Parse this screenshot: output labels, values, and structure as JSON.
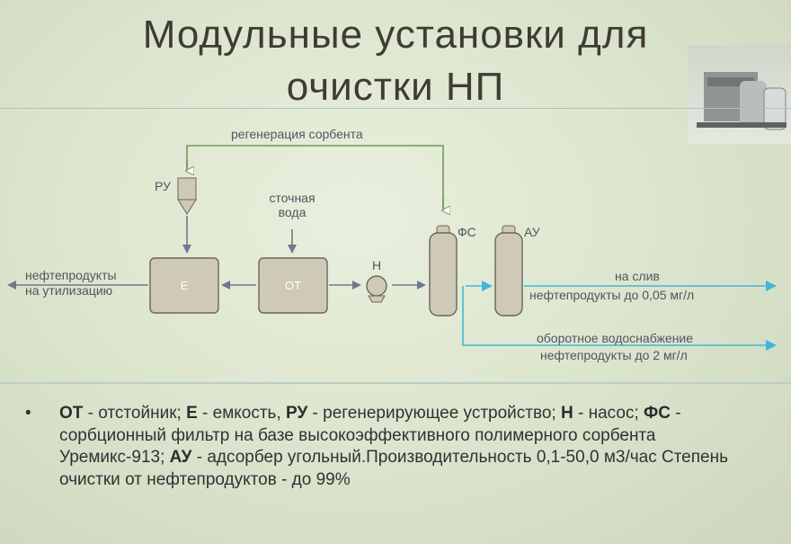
{
  "title": {
    "line1": "Модульные установки для",
    "line2": "очистки НП"
  },
  "diagram": {
    "regen_label": "регенерация сорбента",
    "ru_label": "РУ",
    "wastewater_label_1": "сточная",
    "wastewater_label_2": "вода",
    "pump_label": "Н",
    "fs_label": "ФС",
    "au_label": "АУ",
    "e_box": "Е",
    "ot_box": "ОТ",
    "left_out_1": "нефтепродукты",
    "left_out_2": "на утилизацию",
    "drain_1": "на слив",
    "drain_2": "нефтепродукты до 0,05 мг/л",
    "recycle_1": "оборотное водоснабжение",
    "recycle_2": "нефтепродукты до 2 мг/л",
    "colors": {
      "arrow": "#6d7892",
      "cyan": "#3fb8d6",
      "vessel": "#cfc9b8",
      "green_line": "#6f9b57"
    }
  },
  "bullet": {
    "ot": "ОТ",
    "ot_def": " - отстойник; ",
    "e": "Е",
    "e_def": " - емкость, ",
    "ru": "РУ",
    "ru_def": " - регенерирующее устройство; ",
    "n": "Н",
    "n_def": " - насос; ",
    "fs": "ФС",
    "fs_def": " - сорбционный фильтр на базе высокоэффективного полимерного сорбента Уремикс-913; ",
    "au": "АУ",
    "au_def": " - адсорбер угольный.Производительность 0,1-50,0 м3/час Степень очистки от нефтепродуктов - до 99%"
  }
}
